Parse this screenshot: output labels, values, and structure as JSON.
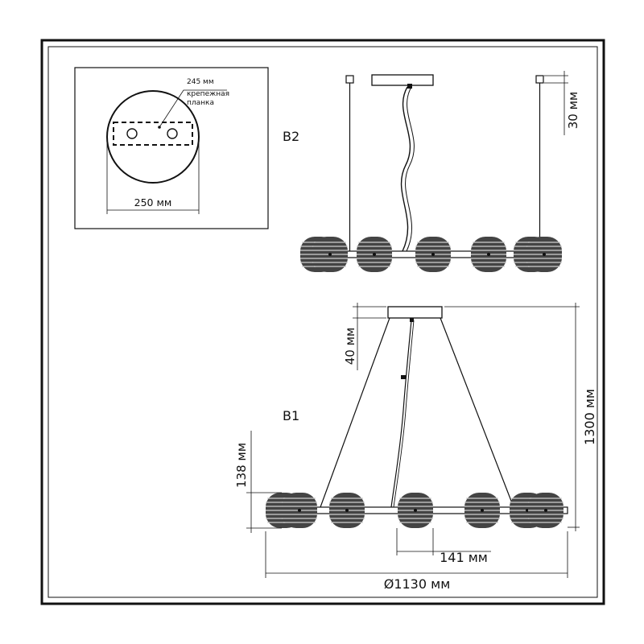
{
  "labels": {
    "view_top": "B2",
    "view_bottom": "B1"
  },
  "plate": {
    "dim_plate_length": "245 мм",
    "plate_name_line1": "крепежная",
    "plate_name_line2": "планка",
    "dim_canopy_diameter": "250 мм"
  },
  "dimensions": {
    "dim_b2_height": "30 мм",
    "dim_b1_canopy_height": "40 мм",
    "dim_shade_height": "138 мм",
    "dim_total_height": "1300 мм",
    "dim_spacing": "141 мм",
    "dim_total_diameter": "Ø1130 мм"
  },
  "colors": {
    "line": "#111111",
    "shade": "#444444",
    "shade_rib": "#cfcfcf",
    "background": "#ffffff"
  }
}
